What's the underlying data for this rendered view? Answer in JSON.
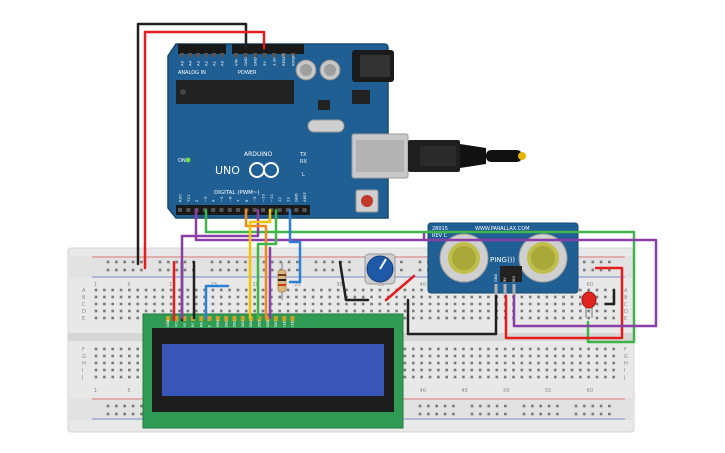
{
  "arduino": {
    "brand": "ARDUINO",
    "model": "UNO",
    "analog_label": "ANALOG IN",
    "power_label": "POWER",
    "digital_label": "DIGITAL (PWM~)",
    "analog_pins": [
      "A5",
      "A4",
      "A3",
      "A2",
      "A1",
      "A0"
    ],
    "power_pins": [
      "VIN",
      "GND",
      "GND",
      "5V",
      "3.3V",
      "RESET",
      "IOREF"
    ],
    "digital_pins": [
      "RX0",
      "TX1",
      "2",
      "~3",
      "4",
      "~5",
      "~6",
      "7",
      "8",
      "~9",
      "~10",
      "~11",
      "12",
      "13",
      "GND",
      "AREF"
    ],
    "on_label": "ON",
    "tx_label": "TX",
    "rx_label": "RX",
    "l_label": "L"
  },
  "sensor": {
    "model": "28015",
    "rev": "REV C",
    "site": "WWW.PARALLAX.COM",
    "name": "PING)))",
    "pins": [
      "GND",
      "5V",
      "SIG"
    ]
  },
  "breadboard": {
    "row_letters_top": [
      "A",
      "B",
      "C",
      "D",
      "E"
    ],
    "row_letters_bottom": [
      "F",
      "G",
      "H",
      "I",
      "J"
    ],
    "column_numbers": [
      "1",
      "5",
      "10",
      "15",
      "20",
      "25",
      "30",
      "35",
      "40",
      "45",
      "50",
      "55",
      "60"
    ]
  },
  "lcd": {
    "pin_labels": [
      "GND",
      "VCC",
      "V0",
      "RS",
      "RW",
      "E",
      "DB0",
      "DB1",
      "DB2",
      "DB3",
      "DB4",
      "DB5",
      "DB6",
      "DB7",
      "LED",
      "LED"
    ]
  },
  "colors": {
    "board_blue": "#1f5f94",
    "board_dark": "#17496f",
    "breadboard": "#e9e9e9",
    "lcd_pcb": "#2f9b54",
    "lcd_screen": "#3a55b8",
    "wire_red": "#e41c1c",
    "wire_black": "#202020",
    "wire_green": "#3db54a",
    "wire_purple": "#8a3ea8",
    "wire_blue": "#2d7fd4",
    "wire_yellow": "#f2c300",
    "wire_orange": "#f08a1c",
    "led_red": "#e0251f",
    "pot_blue": "#1e5aa8"
  }
}
